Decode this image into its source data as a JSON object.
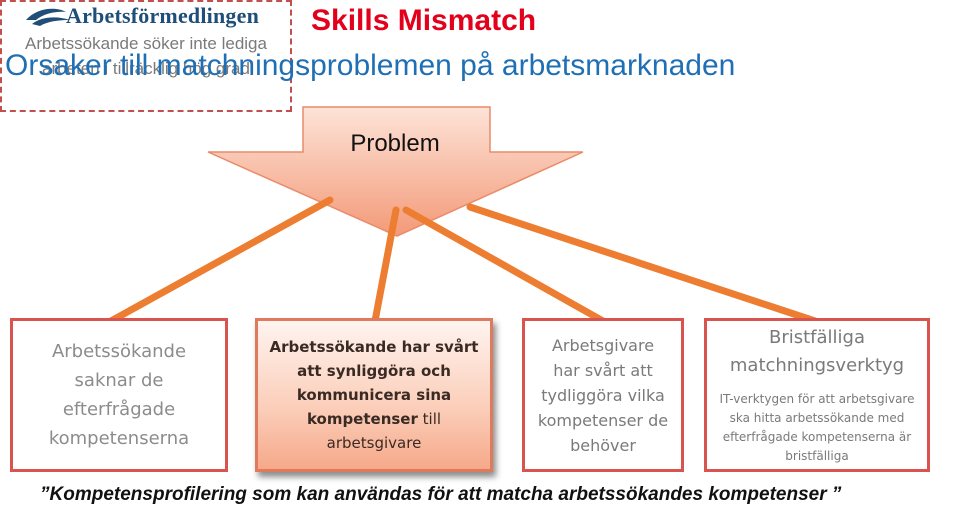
{
  "logo": {
    "text": "Arbetsförmedlingen"
  },
  "title": "Skills Mismatch",
  "subtitle": "Orsaker till matchningsproblemen på arbetsmarknaden",
  "problem": {
    "label": "Problem"
  },
  "side_note": {
    "text": "Arbetssökande söker inte lediga arbeten i tillräcklig hög grad"
  },
  "boxes": [
    {
      "lines": [
        "Arbetssökande",
        "saknar de",
        "efterfrågade",
        "kompetenserna"
      ]
    },
    {
      "line1": "Arbetssökande har svårt",
      "line2": "att synliggöra och",
      "line3": "kommunicera sina",
      "line4_bold": "kompetenser",
      "line4_rest": " till",
      "line5": "arbetsgivare"
    },
    {
      "lines": [
        "Arbetsgivare",
        "har svårt att",
        "tydliggöra vilka",
        "kompetenser de",
        "behöver"
      ]
    },
    {
      "title_lines": [
        "Bristfälliga",
        "matchningsverktyg"
      ],
      "body_lines": [
        "IT-verktygen för att arbetsgivare",
        "ska hitta arbetssökande med",
        "efterfrågade kompetenserna är",
        "bristfälliga"
      ]
    }
  ],
  "bottom_text": "”Kompetensprofilering som kan användas för att matcha arbetssökandes kompetenser ”",
  "colors": {
    "title": "#e3001b",
    "subtitle": "#1f6fb5",
    "arrow": "#f4a384",
    "connector": "#ed7d31",
    "box_border": "#d9534f"
  }
}
